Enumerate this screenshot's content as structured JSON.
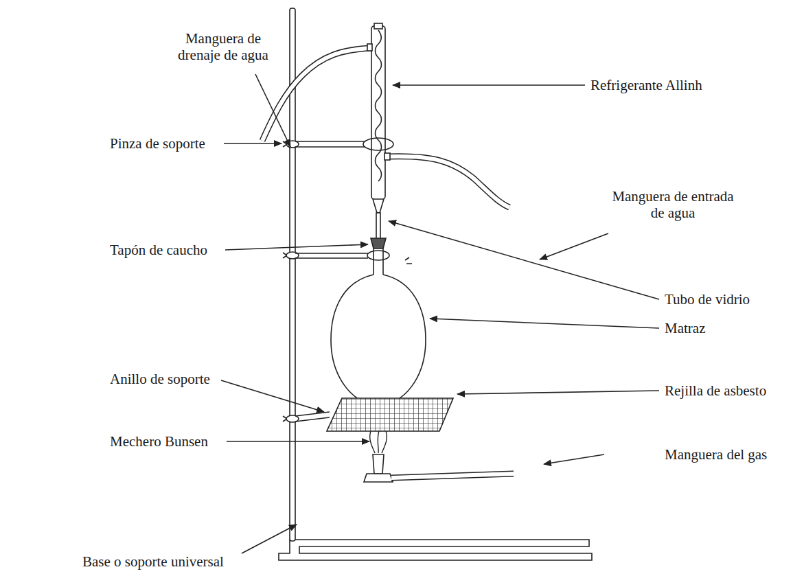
{
  "diagram": {
    "labels": [
      "Manguera de drenaje de agua",
      "Refrigerante Allinh",
      "Pinza de soporte",
      "Manguera de entrada de agua",
      "Tapón de caucho",
      "Tubo de vidrio",
      "Matraz",
      "Anillo de soporte",
      "Rejilla de asbesto",
      "Mechero Bunsen",
      "Manguera del gas",
      "Base o soporte universal"
    ]
  }
}
